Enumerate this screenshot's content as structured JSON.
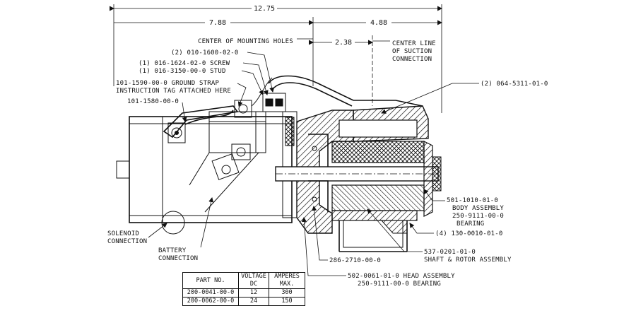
{
  "dimensions": {
    "overall": "12.75",
    "left": "7.88",
    "right": "4.88",
    "offset": "2.38"
  },
  "callouts": {
    "center_mounting_holes": "CENTER OF MOUNTING HOLES",
    "center_line_1": "CENTER LINE",
    "center_line_2": "OF SUCTION",
    "center_line_3": "CONNECTION",
    "part_010": "(2) 010-1600-02-0",
    "part_screw": "(1) 016-1624-02-0 SCREW",
    "part_stud": "(1) 016-3150-00-0 STUD",
    "ground_strap": "101-1590-00-0 GROUND STRAP",
    "instruction_tag": "INSTRUCTION TAG ATTACHED HERE",
    "part_101": "101-1580-00-0",
    "part_064": "(2) 064-5311-01-0",
    "body_assembly_1": "501-1010-01-0",
    "body_assembly_2": "BODY ASSEMBLY",
    "body_assembly_3": "250-9111-00-0",
    "body_assembly_4": "BEARING",
    "part_130": "(4) 130-0010-01-0",
    "shaft_rotor_1": "537-0201-01-0",
    "shaft_rotor_2": "SHAFT & ROTOR ASSEMBLY",
    "part_286": "286-2710-00-0",
    "head_assembly_1": "502-0061-01-0 HEAD ASSEMBLY",
    "head_assembly_2": "250-9111-00-0 BEARING",
    "solenoid_1": "SOLENOID",
    "solenoid_2": "CONNECTION",
    "battery_1": "BATTERY",
    "battery_2": "CONNECTION"
  },
  "table": {
    "headers": {
      "part_no": "PART NO.",
      "voltage_1": "VOLTAGE",
      "voltage_2": "DC",
      "amperes_1": "AMPERES",
      "amperes_2": "MAX."
    },
    "rows": [
      {
        "part": "200-0041-00-0",
        "voltage": "12",
        "amperes": "300"
      },
      {
        "part": "200-0062-00-0",
        "voltage": "24",
        "amperes": "150"
      }
    ]
  }
}
